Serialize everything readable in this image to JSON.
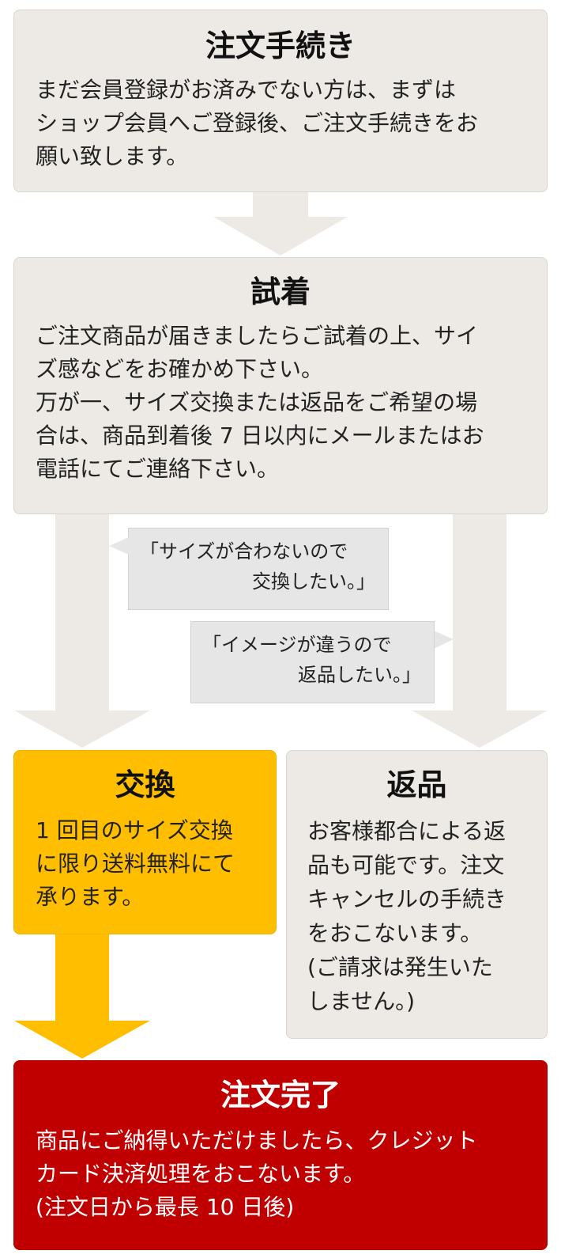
{
  "order_step": {
    "title": "注文手続き",
    "lines": [
      "まだ会員登録がお済みでない方は、まずは",
      "ショップ会員へご登録後、ご注文手続きをお",
      "願い致します。"
    ]
  },
  "fitting_step": {
    "title": "試着",
    "lines": [
      "ご注文商品が届きましたらご試着の上、サイ",
      "ズ感などをお確かめ下さい。",
      "万が一、サイズ交換または返品をご希望の場",
      "合は、商品到着後 7 日以内にメールまたはお",
      "電話にてご連絡下さい。"
    ]
  },
  "bubbles": {
    "exchange_reason": [
      "「サイズが合わないので",
      "交換したい。」"
    ],
    "return_reason": [
      "「イメージが違うので",
      "返品したい。」"
    ]
  },
  "exchange_step": {
    "title": "交換",
    "lines": [
      "1 回目のサイズ交換",
      "に限り送料無料にて",
      "承ります。"
    ]
  },
  "return_step": {
    "title": "返品",
    "lines": [
      "お客様都合による返",
      "品も可能です。注文",
      "キャンセルの手続き",
      "をおこないます。",
      "(ご請求は発生いた",
      "しません。)"
    ]
  },
  "complete_step": {
    "title": "注文完了",
    "lines": [
      "商品にご納得いただけましたら、クレジット",
      "カード決済処理をおこないます。",
      "(注文日から最長 10 日後)"
    ]
  },
  "colors": {
    "box_bg": "#ede9e4",
    "exchange_accent": "#ffbf00",
    "complete_accent": "#c00000"
  }
}
